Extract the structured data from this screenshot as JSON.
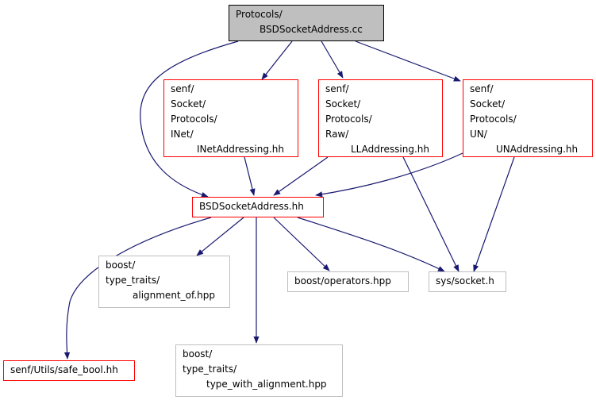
{
  "diagram": {
    "nodes": {
      "root": {
        "lines": [
          "Protocols/",
          "BSDSocketAddress.cc"
        ]
      },
      "inet": {
        "lines": [
          "senf/",
          "Socket/",
          "Protocols/",
          "INet/",
          "INetAddressing.hh"
        ]
      },
      "ll": {
        "lines": [
          "senf/",
          "Socket/",
          "Protocols/",
          "Raw/",
          "LLAddressing.hh"
        ]
      },
      "un": {
        "lines": [
          "senf/",
          "Socket/",
          "Protocols/",
          "UN/",
          "UNAddressing.hh"
        ]
      },
      "bsd": {
        "lines": [
          "BSDSocketAddress.hh"
        ]
      },
      "align_of": {
        "lines": [
          "boost/",
          "type_traits/",
          "alignment_of.hpp"
        ]
      },
      "operators": {
        "lines": [
          "boost/operators.hpp"
        ]
      },
      "socket": {
        "lines": [
          "sys/socket.h"
        ]
      },
      "safe_bool": {
        "lines": [
          "senf/Utils/safe_bool.hh"
        ]
      },
      "type_with_align": {
        "lines": [
          "boost/",
          "type_traits/",
          "type_with_alignment.hpp"
        ]
      }
    },
    "edges": [
      [
        "root",
        "inet"
      ],
      [
        "root",
        "ll"
      ],
      [
        "root",
        "un"
      ],
      [
        "root",
        "bsd"
      ],
      [
        "inet",
        "bsd"
      ],
      [
        "ll",
        "bsd"
      ],
      [
        "ll",
        "socket"
      ],
      [
        "un",
        "bsd"
      ],
      [
        "un",
        "socket"
      ],
      [
        "bsd",
        "align_of"
      ],
      [
        "bsd",
        "operators"
      ],
      [
        "bsd",
        "socket"
      ],
      [
        "bsd",
        "safe_bool"
      ],
      [
        "bsd",
        "type_with_align"
      ]
    ],
    "colors": {
      "edge": "#191970",
      "include_border": "#ff0000",
      "system_border": "#bfbfbf",
      "root_fill": "#bfbfbf"
    }
  }
}
